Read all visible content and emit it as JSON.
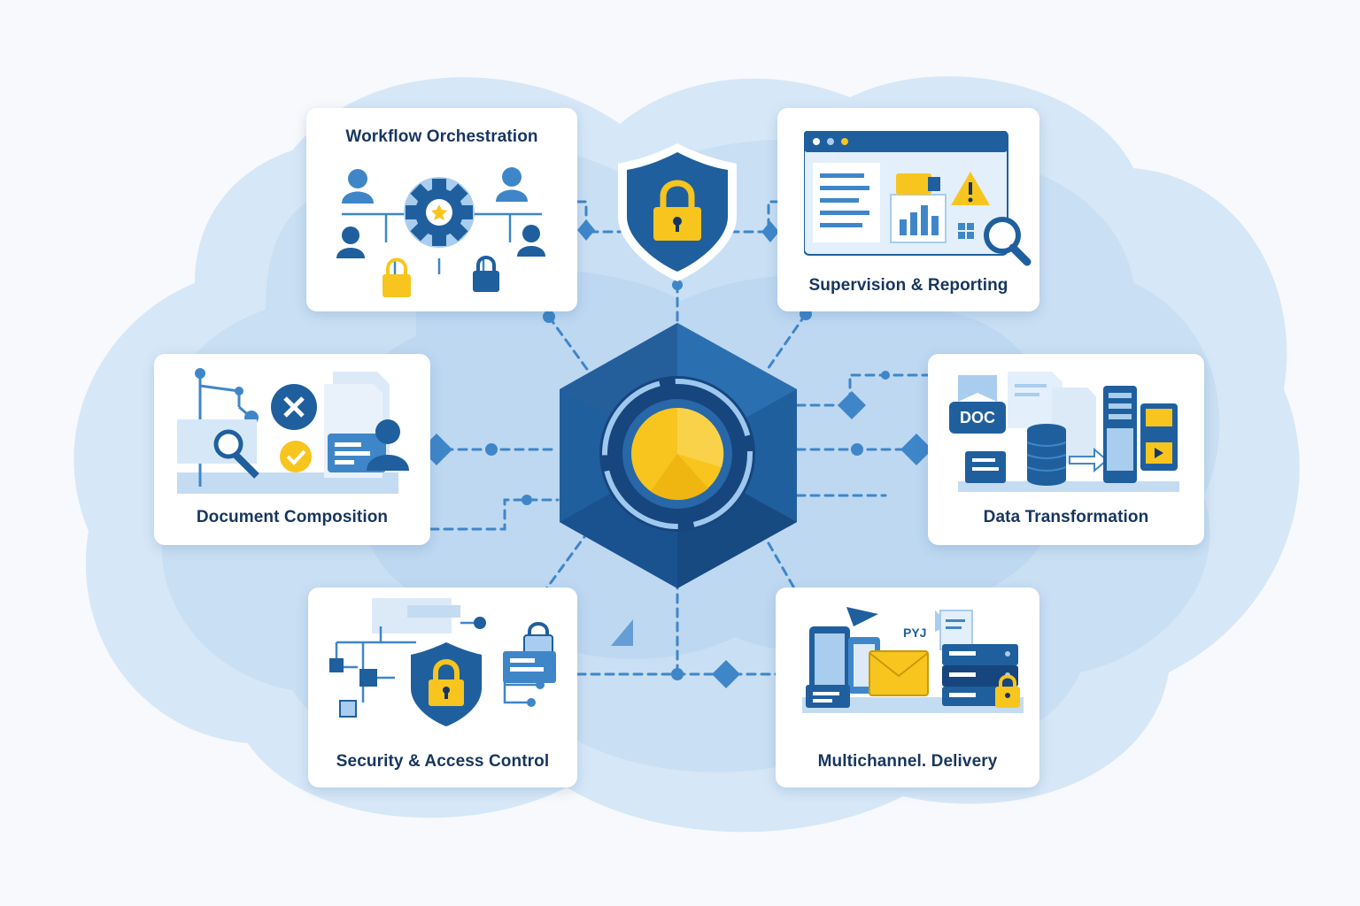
{
  "colors": {
    "primary": "#1f5f9e",
    "dark": "#17365f",
    "mid": "#3f86c9",
    "light": "#a9cdee",
    "accent": "#f7c51e",
    "background": "#f7f9fc"
  },
  "modules": [
    {
      "id": "workflow",
      "title": "Workflow Orchestration",
      "icon": "gear-people-icon"
    },
    {
      "id": "supervision",
      "title": "Supervision & Reporting",
      "icon": "dashboard-search-icon"
    },
    {
      "id": "composition",
      "title": "Document Composition",
      "icon": "document-check-icon"
    },
    {
      "id": "transformation",
      "title": "Data Transformation",
      "icon": "database-convert-icon",
      "badge": "DOC"
    },
    {
      "id": "security",
      "title": "Security & Access Control",
      "icon": "shield-lock-icon"
    },
    {
      "id": "delivery",
      "title": "Multichannel. Delivery",
      "icon": "devices-mail-icon",
      "tag": "PYJ"
    }
  ],
  "hub": {
    "icon": "hexagon-core-icon"
  },
  "top_badge": {
    "icon": "shield-lock-icon"
  }
}
